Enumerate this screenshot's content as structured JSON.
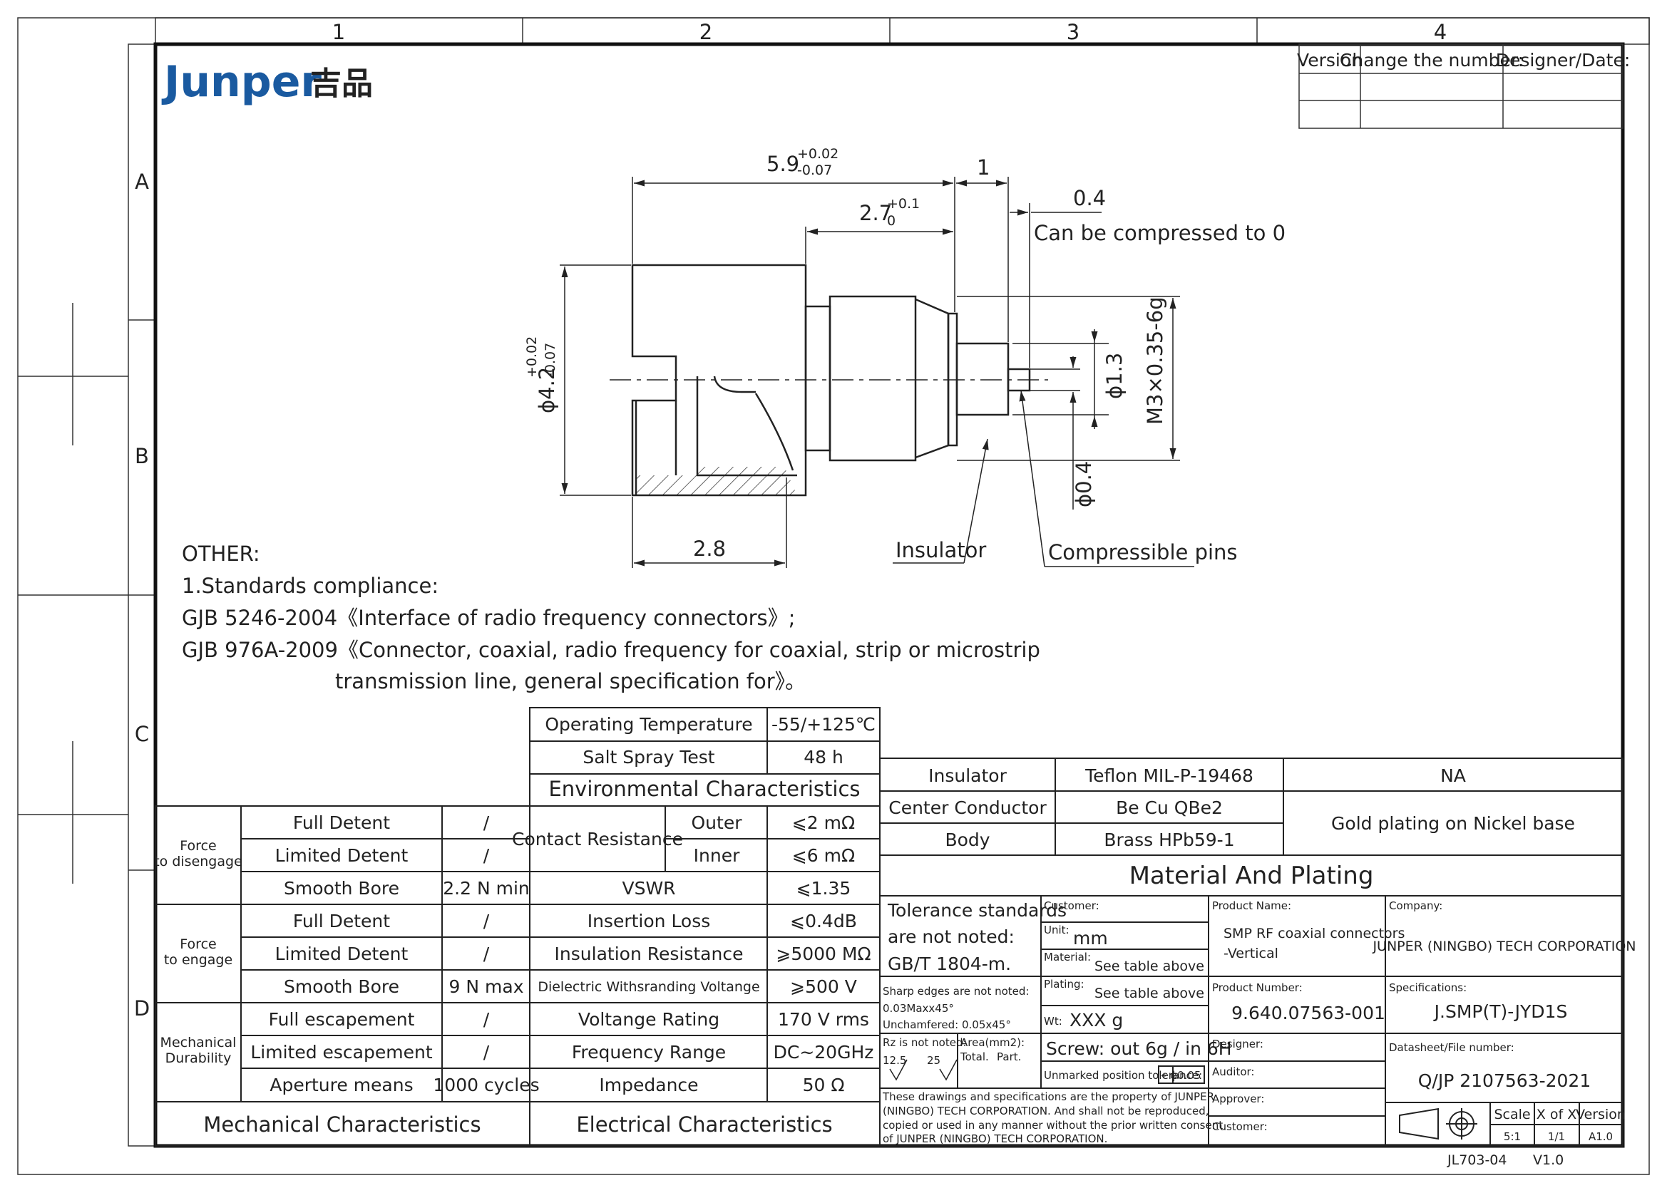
{
  "zones": {
    "columns": [
      "1",
      "2",
      "3",
      "4"
    ],
    "rows": [
      "A",
      "B",
      "C",
      "D"
    ]
  },
  "logo": {
    "latin": "Junper",
    "cjk": "吉品"
  },
  "revision": {
    "headers": [
      "Version",
      "Change the number:",
      "Designer/Date:"
    ]
  },
  "dims": {
    "overall": "5.9",
    "overall_tol_up": "+0.02",
    "overall_tol_dn": "-0.07",
    "mid": "2.7",
    "mid_tol_up": "+0.1",
    "mid_tol_dn": "0",
    "one": "1",
    "gap": "0.4",
    "gap_note": "Can be compressed to 0",
    "dia": "ϕ4.2",
    "dia_tol_up": "+0.02",
    "dia_tol_dn": "-0.07",
    "dia13": "ϕ1.3",
    "thread": "M3×0.35-6g",
    "dia04": "ϕ0.4",
    "bore": "2.8",
    "insulator": "Insulator",
    "pins": "Compressible pins"
  },
  "notes": {
    "l1": "OTHER:",
    "l2": "1.Standards compliance:",
    "l3": "GJB 5246-2004《Interface of radio frequency connectors》;",
    "l4": "GJB 976A-2009《Connector, coaxial, radio frequency for coaxial, strip or microstrip",
    "l5": "transmission line, general specification for》。"
  },
  "env": {
    "title": "Environmental Characteristics",
    "rows": [
      {
        "label": "Operating Temperature",
        "value": "-55/+125℃"
      },
      {
        "label": "Salt Spray Test",
        "value": "48 h"
      }
    ]
  },
  "mech": {
    "title": "Mechanical Characteristics",
    "groups": [
      {
        "name": [
          "Force",
          "to disengage"
        ],
        "rows": [
          {
            "label": "Full Detent",
            "value": "/"
          },
          {
            "label": "Limited Detent",
            "value": "/"
          },
          {
            "label": "Smooth Bore",
            "value": "2.2 N  min"
          }
        ]
      },
      {
        "name": [
          "Force",
          "to engage"
        ],
        "rows": [
          {
            "label": "Full Detent",
            "value": "/"
          },
          {
            "label": "Limited Detent",
            "value": "/"
          },
          {
            "label": "Smooth Bore",
            "value": "9  N max"
          }
        ]
      },
      {
        "name": [
          "Mechanical",
          "Durability"
        ],
        "rows": [
          {
            "label": "Full escapement",
            "value": "/"
          },
          {
            "label": "Limited escapement",
            "value": "/"
          },
          {
            "label": "Aperture means",
            "value": "1000 cycles"
          }
        ]
      }
    ]
  },
  "elec": {
    "title": "Electrical Characteristics",
    "contact_label": "Contact Resistance",
    "contact": [
      {
        "sub": "Outer",
        "value": "⩽2 mΩ"
      },
      {
        "sub": "Inner",
        "value": "⩽6 mΩ"
      }
    ],
    "rows": [
      {
        "label": "VSWR",
        "value": "⩽1.35"
      },
      {
        "label": "Insertion Loss",
        "value": "⩽0.4dB"
      },
      {
        "label": "Insulation Resistance",
        "value": "⩾5000 MΩ"
      },
      {
        "label": "Dielectric Withsranding Voltange",
        "value": "⩾500 V"
      },
      {
        "label": "Voltange Rating",
        "value": "170 V rms"
      },
      {
        "label": "Frequency Range",
        "value": "DC~20GHz"
      },
      {
        "label": "Impedance",
        "value": "50 Ω"
      }
    ]
  },
  "material": {
    "title": "Material And Plating",
    "rows": [
      {
        "part": "Insulator",
        "material": "Teflon MIL-P-19468"
      },
      {
        "part": "Center Conductor",
        "material": "Be Cu QBe2"
      },
      {
        "part": "Body",
        "material": "Brass  HPb59-1"
      }
    ],
    "plating_top": "NA",
    "plating_main": "Gold plating on Nickel base"
  },
  "title_block": {
    "tol_l1": "Tolerance standards",
    "tol_l2": "are not noted:",
    "tol_l3": "GB/T 1804-m.",
    "sharp_l1": "Sharp edges are not noted:",
    "sharp_l2": "0.03Maxx45°",
    "sharp_l3": "Unchamfered: 0.05x45°",
    "rz_label": "Rz is not noted:",
    "area_label": "Area(mm2):",
    "total": "Total.",
    "part": "Part.",
    "rz1": "12.5",
    "rz2": "25",
    "customer_label": "Customer:",
    "unit_label": "Unit:",
    "unit": "mm",
    "material_label": "Material:",
    "material": "See table above",
    "plating_label": "Plating:",
    "plating": "See table above",
    "wt_label": "Wt:",
    "wt": "XXX g",
    "screw": "Screw: out 6g / in 6H",
    "unmarked": "Unmarked position tolerance:",
    "unmarked_val": "⌖ ϕ0.05",
    "rights_l1": "These  drawings  and  specifications  are  the  property  of  JUNPER",
    "rights_l2": "(NINGBO) TECH CORPORATION.  And shall not be reproduced,",
    "rights_l3": "copied or used in any manner without the prior written  consent",
    "rights_l4": "of JUNPER (NINGBO) TECH CORPORATION.",
    "product_name_label": "Product Name:",
    "product_name_l1": "SMP RF coaxial connectors",
    "product_name_l2": "-Vertical",
    "product_number_label": "Product Number:",
    "product_number": "9.640.07563-001",
    "designer_label": "Designer:",
    "auditor_label": "Auditor:",
    "approver_label": "Approver:",
    "customer2_label": "Customer:",
    "company_label": "Company:",
    "company": "JUNPER (NINGBO) TECH CORPORATION",
    "spec_label": "Specifications:",
    "spec": "J.SMP(T)-JYD1S",
    "datasheet_label": "Datasheet/File number:",
    "datasheet": "Q/JP 2107563-2021",
    "scale_h": "Scale",
    "scale": "5:1",
    "sheet_h": "X of X",
    "sheet": "1/1",
    "version_h": "Version",
    "version": "A1.0"
  },
  "footer": {
    "code": "JL703-04",
    "rev": "V1.0"
  }
}
